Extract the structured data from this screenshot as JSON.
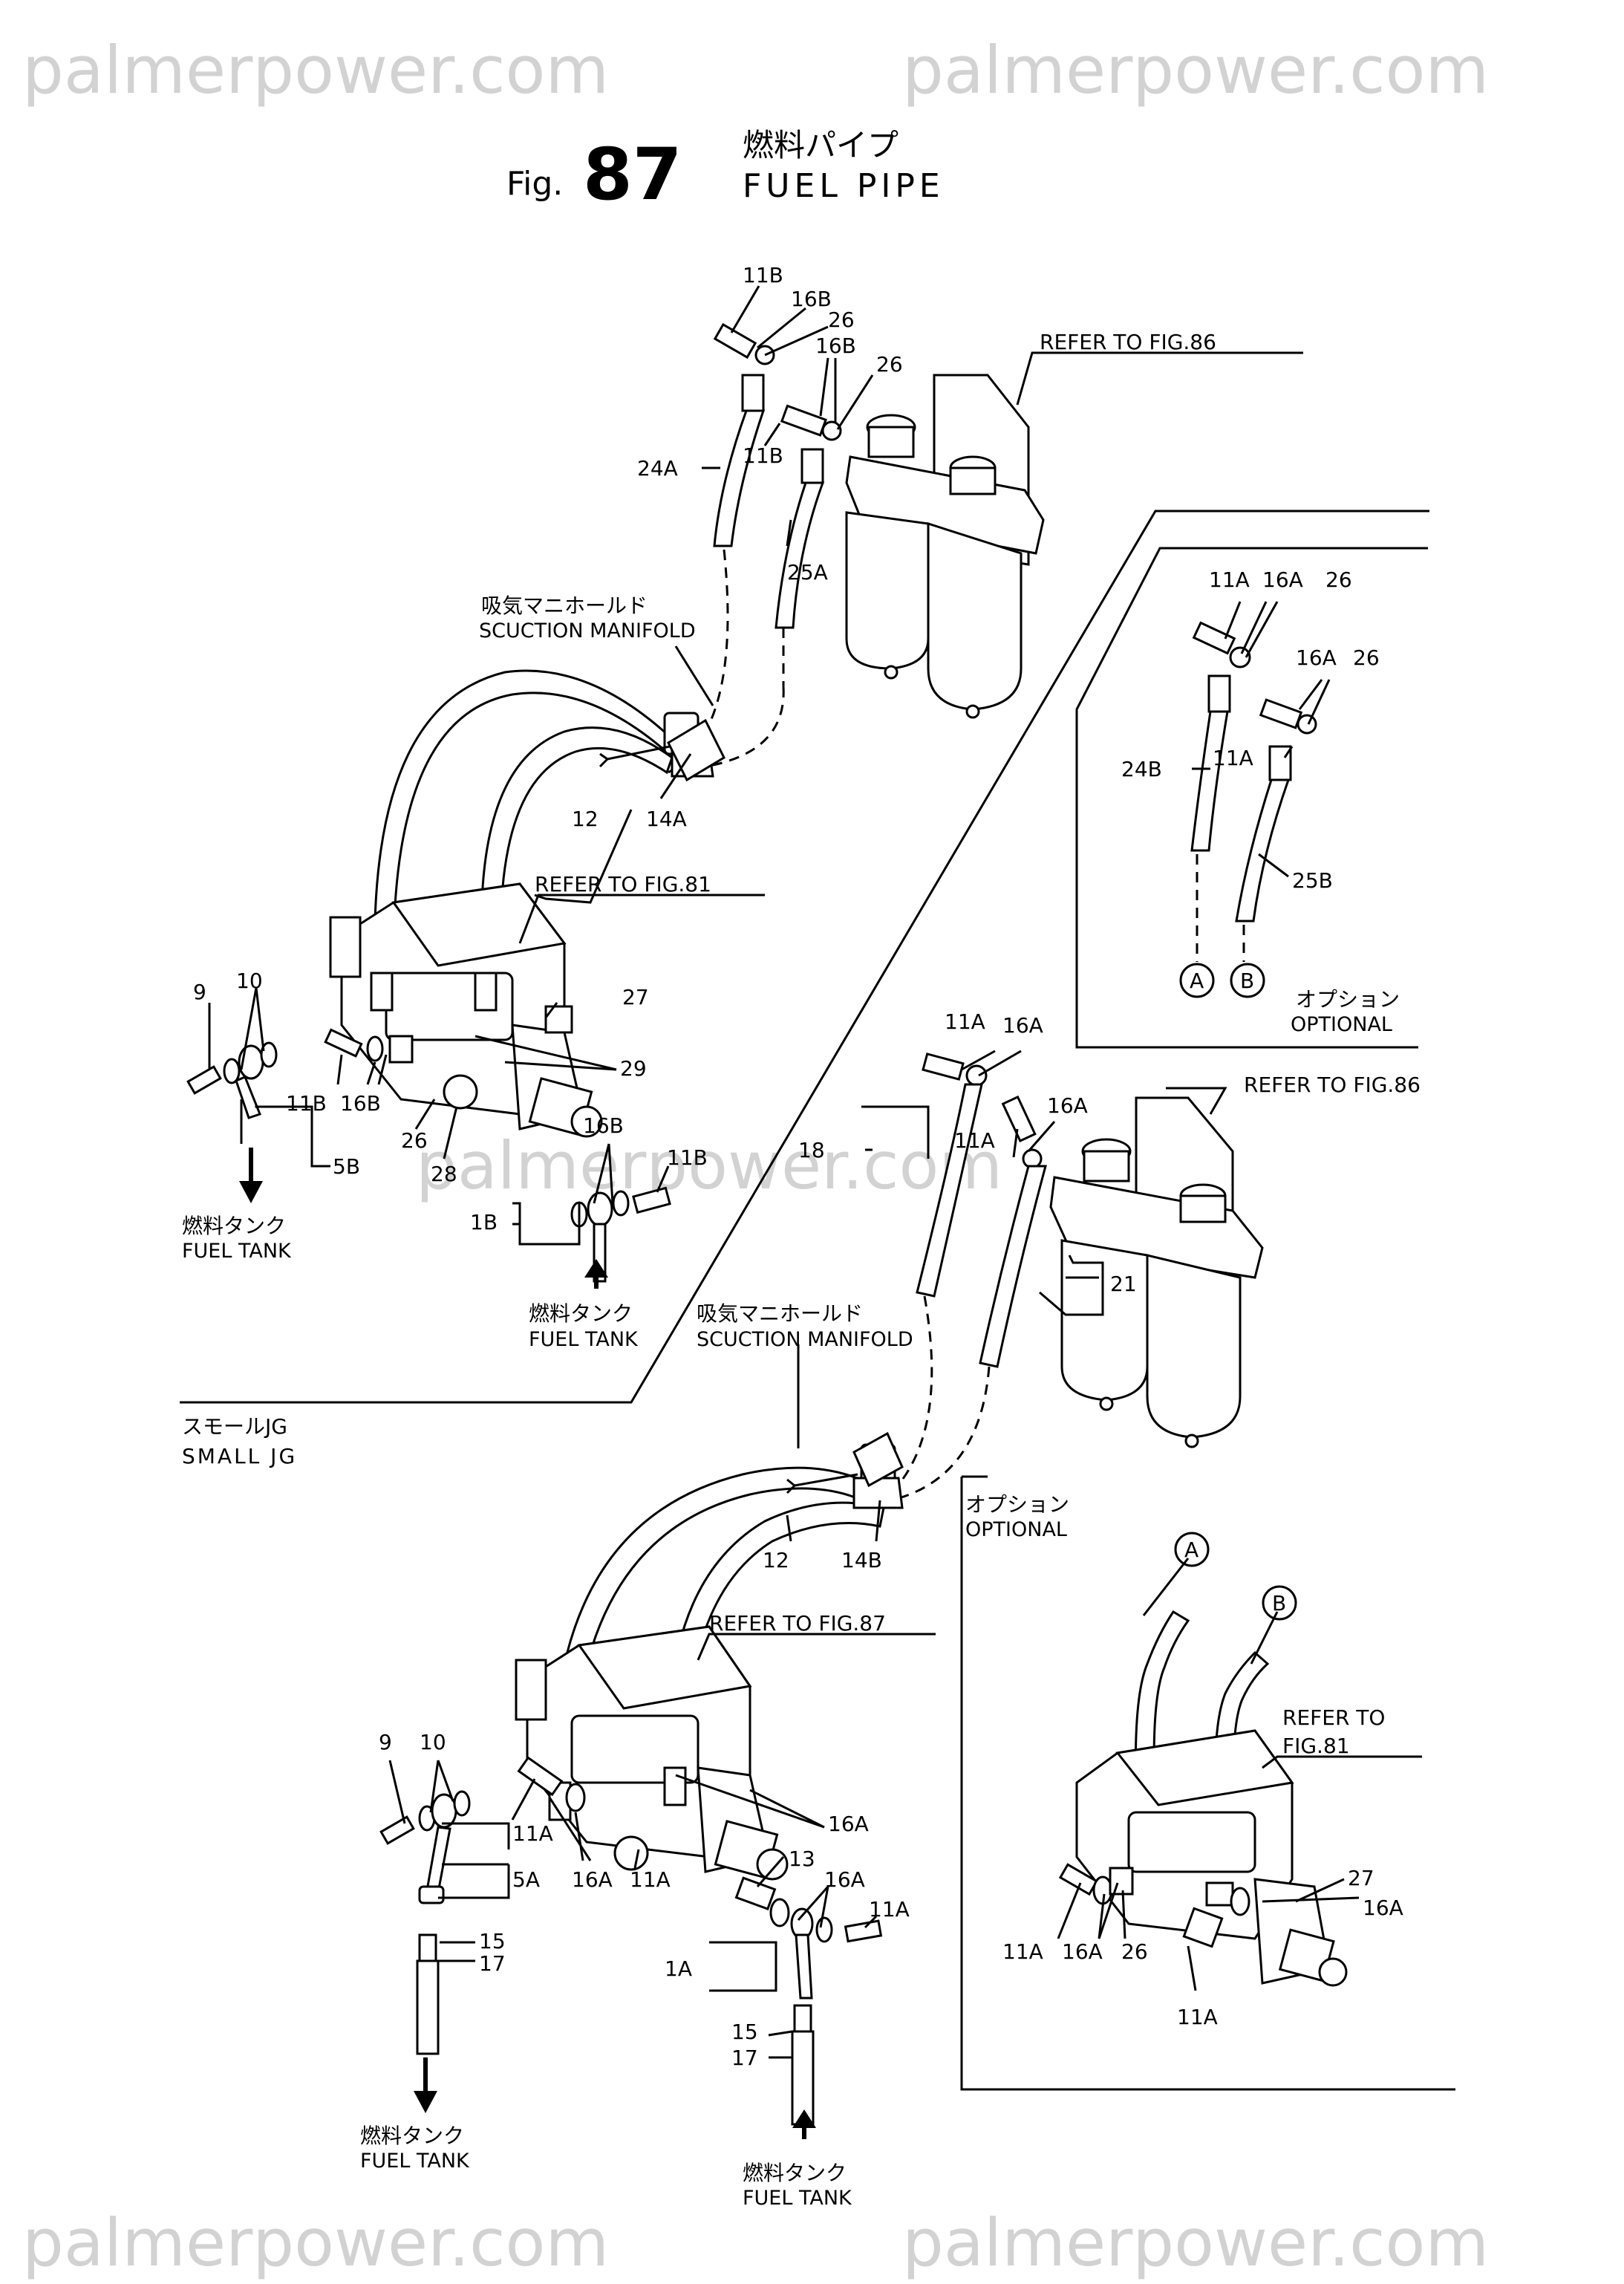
{
  "watermark": "palmerpower.com",
  "figure": {
    "prefix": "Fig.",
    "number": "87",
    "title_jp": "燃料パイプ",
    "title_en": "FUEL PIPE"
  },
  "notes": {
    "refer86": "REFER TO FIG.86",
    "refer81": "REFER TO FIG.81",
    "refer87": "REFER TO FIG.87",
    "refer_to": "REFER TO",
    "fig81": "FIG.81",
    "suction_jp": "吸気マニホールド",
    "suction_en": "SCUCTION MANIFOLD",
    "tank_jp": "燃料タンク",
    "tank_en": "FUEL TANK",
    "optional_jp": "オプション",
    "optional_en": "OPTIONAL",
    "small_jp": "スモールJG",
    "small_en": "SMALL JG",
    "circle_a": "A",
    "circle_b": "B"
  },
  "part_numbers": [
    "11B",
    "16B",
    "26",
    "24A",
    "25A",
    "12",
    "14A",
    "9",
    "10",
    "5B",
    "1B",
    "27",
    "29",
    "28",
    "11A",
    "16A",
    "24B",
    "25B",
    "18",
    "21",
    "14B",
    "13",
    "5A",
    "15",
    "17",
    "1A"
  ]
}
